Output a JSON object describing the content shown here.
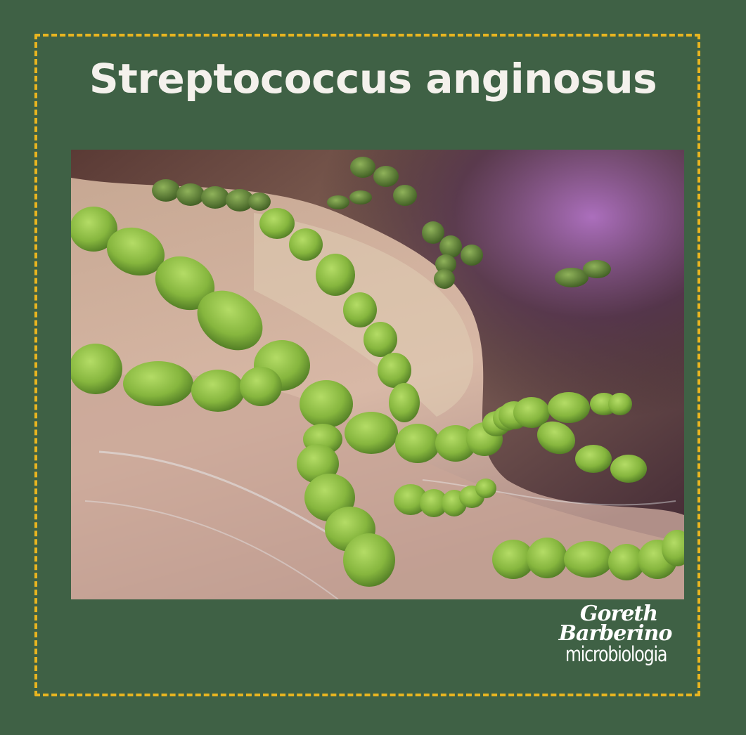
{
  "title": "Streptococcus anginosus",
  "image": {
    "subject": "illustration of chained green cocci bacteria on tissue surface",
    "icon": "bacteria-illustration"
  },
  "brand": {
    "line1": "Goreth",
    "line2": "Barberino",
    "line3": "microbiologia"
  },
  "colors": {
    "background": "#3f6145",
    "frame_dash": "#e9b520",
    "title_text": "#f4f1ec",
    "bacteria_green": "#8dc043"
  }
}
